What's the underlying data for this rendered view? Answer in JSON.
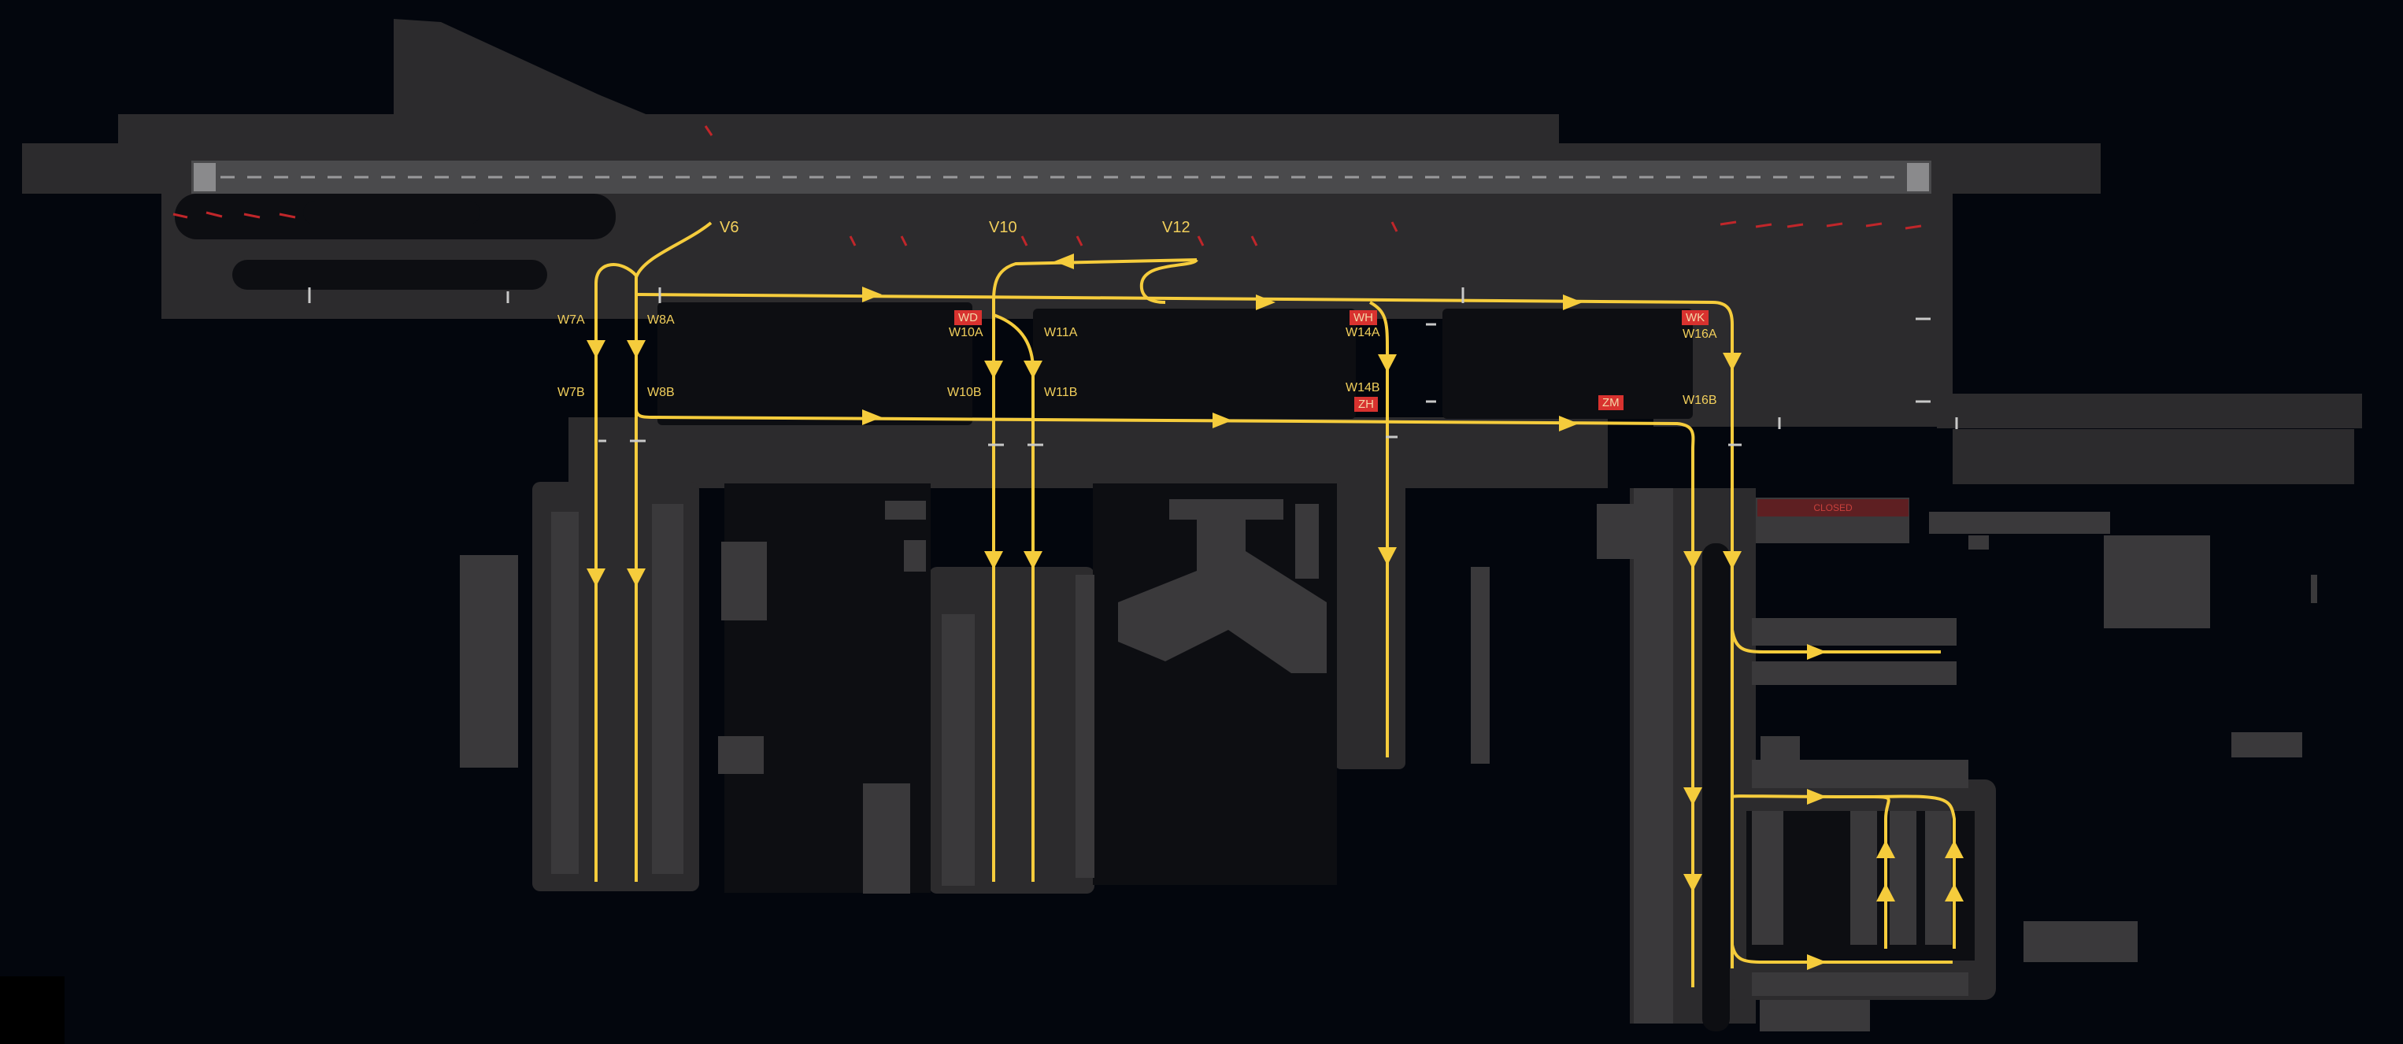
{
  "map": {
    "colors": {
      "background": "#03060d",
      "pavement": "#2c2b2d",
      "building": "#3a393b",
      "runway": "#4a4a4c",
      "route": "#f5cc3c",
      "hold_marking": "#c0262a",
      "badge": "#d8322f",
      "closed": "#5e1f22"
    },
    "route_labels": [
      "V6",
      "V10",
      "V12"
    ],
    "taxiway_labels": [
      "W7A",
      "W8A",
      "W10A",
      "W11A",
      "W14A",
      "W16A",
      "W7B",
      "W8B",
      "W10B",
      "W11B",
      "W14B",
      "W16B"
    ],
    "badges": [
      "WD",
      "WH",
      "WK",
      "ZH",
      "ZM"
    ],
    "closed_label": "CLOSED"
  }
}
